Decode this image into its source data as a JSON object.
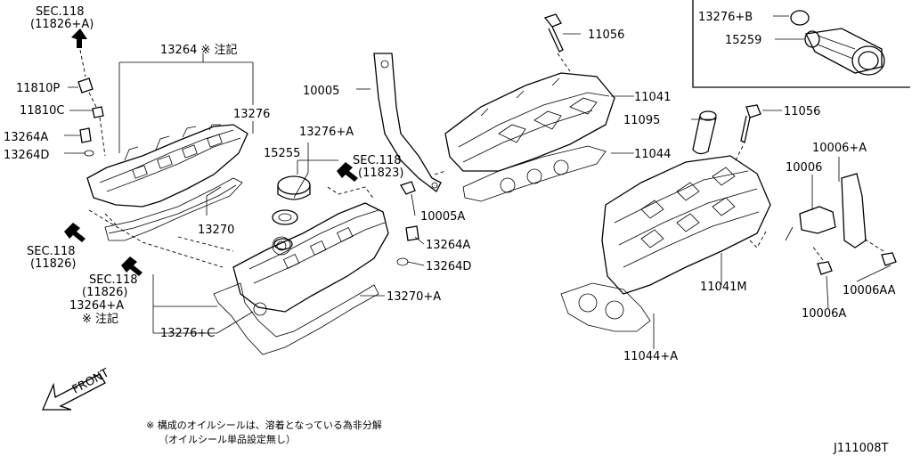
{
  "labels": {
    "sec118_a": "SEC.118",
    "sec118_a_sub": "(11826+A)",
    "sec118_b": "SEC.118",
    "sec118_b_sub": "(11826)",
    "sec118_c": "SEC.118",
    "sec118_c_sub": "(11826)",
    "sec118_d": "SEC.118",
    "sec118_d_sub": "(11823)",
    "p13264": "13264 ※ 注記",
    "p11810p": "11810P",
    "p11810c": "11810C",
    "p13264a_left": "13264A",
    "p13264d_left": "13264D",
    "p13276": "13276",
    "p13270": "13270",
    "p13264a_plus": "13264+A",
    "p13264a_plus_note": "※ 注記",
    "p13276c": "13276+C",
    "p10005": "10005",
    "p13276a": "13276+A",
    "p15255": "15255",
    "p10005a": "10005A",
    "p13264a_mid": "13264A",
    "p13264d_mid": "13264D",
    "p13270a": "13270+A",
    "p11056_top": "11056",
    "p11041": "11041",
    "p11095": "11095",
    "p11044": "11044",
    "p11056_right": "11056",
    "p10006a": "10006+A",
    "p10006": "10006",
    "p11041m": "11041M",
    "p10006aa": "10006AA",
    "p10006a2": "10006A",
    "p11044a": "11044+A",
    "p13276b": "13276+B",
    "p15259": "15259",
    "front": "FRONT"
  },
  "footnote": {
    "line1": "※ 構成のオイルシールは、溶着となっている為非分解",
    "line2": "（オイルシール単品設定無し）"
  },
  "diagram_id": "J111008T"
}
